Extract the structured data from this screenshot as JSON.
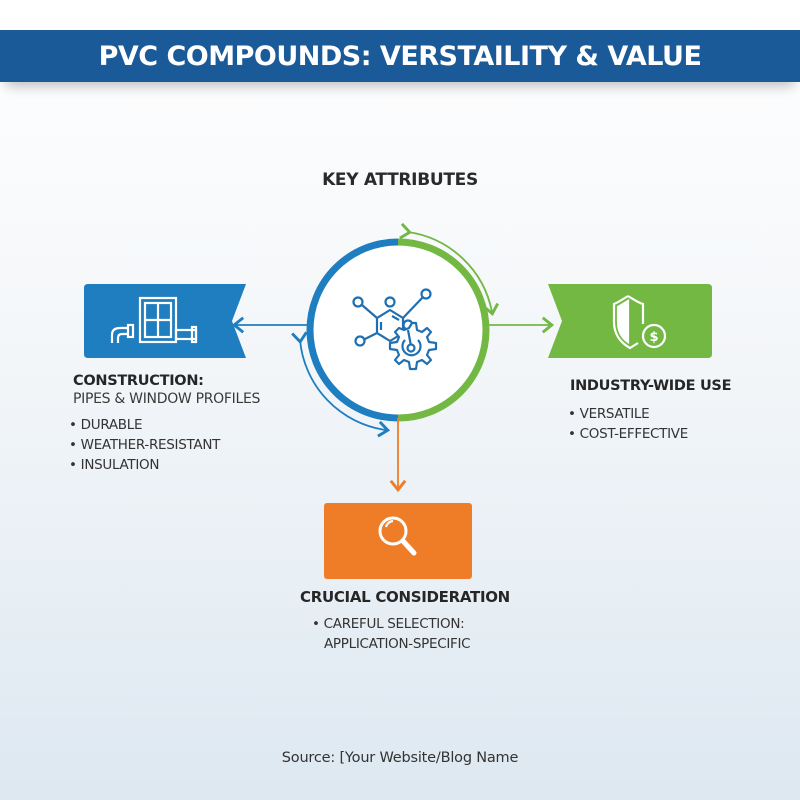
{
  "header": {
    "title": "PVC COMPOUNDS: VERSTAILITY & VALUE"
  },
  "center": {
    "title": "KEY ATTRIBUTES",
    "icon": "molecule-gear-icon"
  },
  "construction": {
    "heading": "CONSTRUCTION:",
    "subheading": "PIPES & WINDOW PROFILES",
    "bullets": [
      "DURABLE",
      "WEATHER-RESISTANT",
      "INSULATION"
    ],
    "icon": "window-pipe-icon",
    "color": "#1f7ec0"
  },
  "industry": {
    "heading": "INDUSTRY-WIDE USE",
    "bullets": [
      "VERSATILE",
      "COST-EFFECTIVE"
    ],
    "icon": "shield-dollar-icon",
    "color": "#72b843"
  },
  "consideration": {
    "heading": "CRUCIAL CONSIDERATION",
    "bullets": [
      "CAREFUL SELECTION:",
      "APPLICATION-SPECIFIC"
    ],
    "icon": "magnifier-icon",
    "color": "#ef7d27"
  },
  "footer": {
    "source": "Source: [Your Website/Blog Name"
  }
}
